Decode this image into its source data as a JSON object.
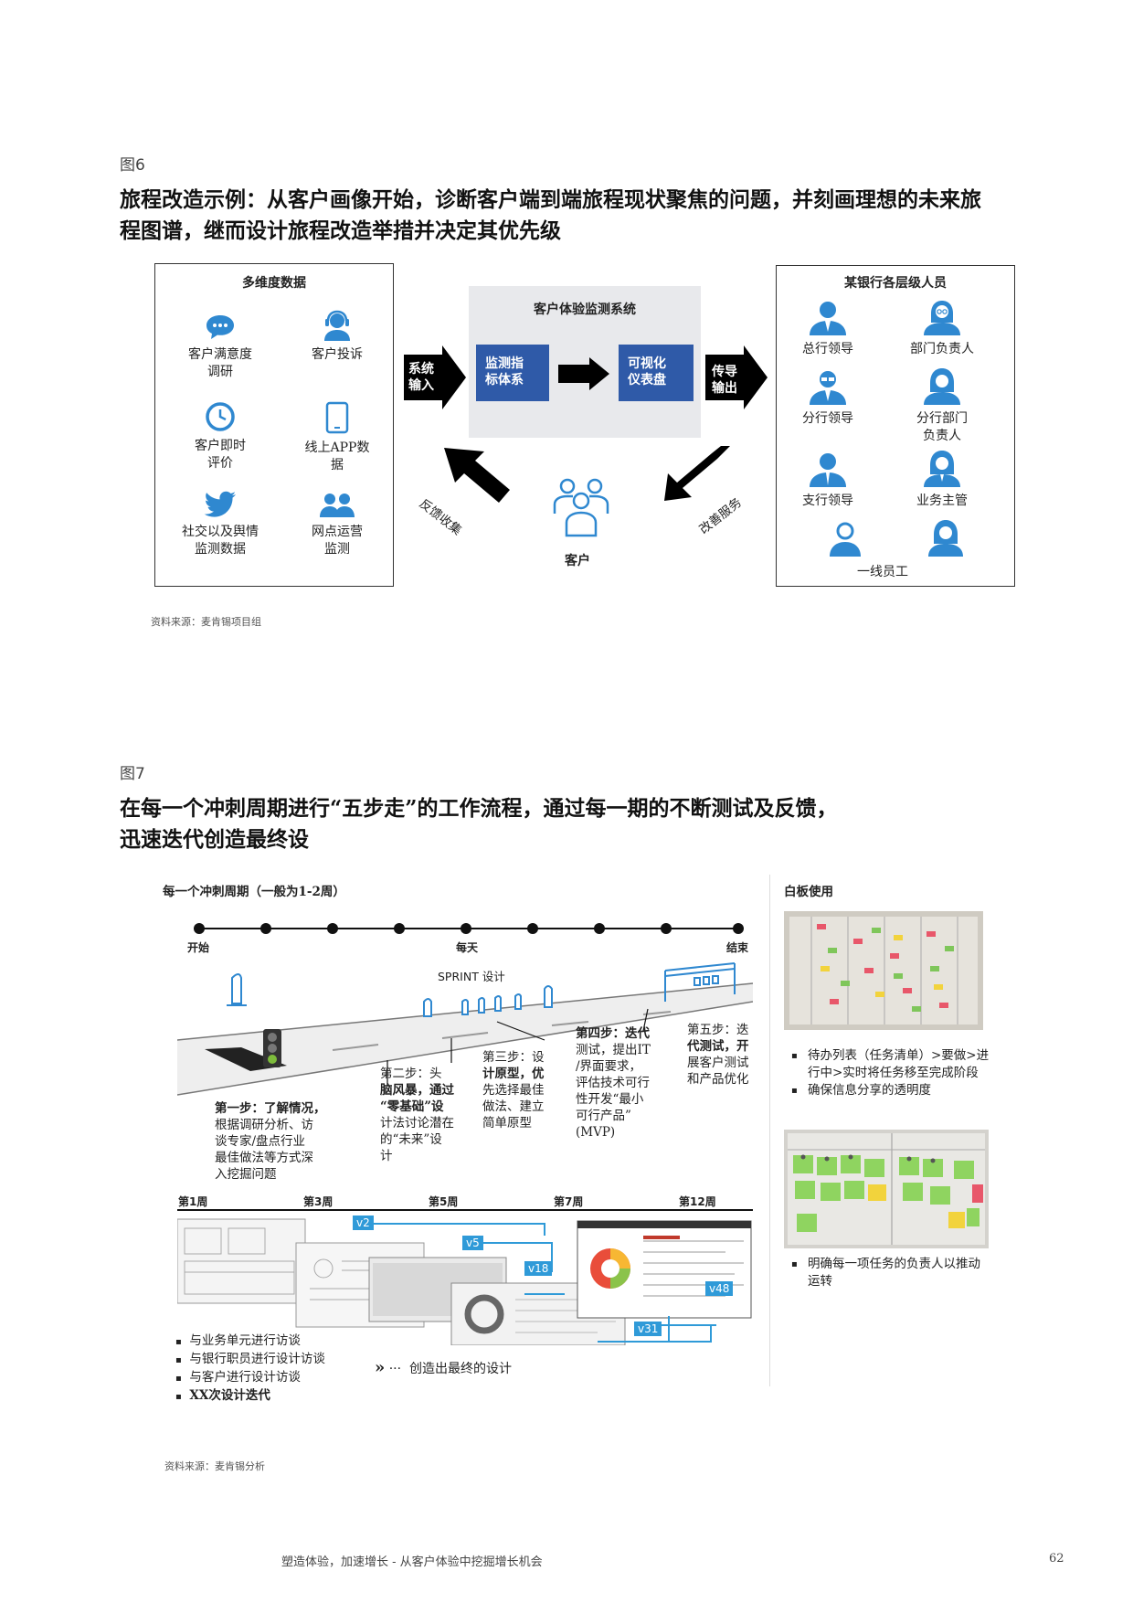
{
  "fig6": {
    "label": "图6",
    "title_line1": "旅程改造示例：从客户画像开始，诊断客户端到端旅程现状聚焦的问题，并刻画理想的未来旅",
    "title_line2": "程图谱，继而设计旅程改造举措并决定其优先级",
    "left_box": {
      "title": "多维度数据",
      "items": [
        {
          "icon": "chat-bubble-icon",
          "label_l1": "客户满意度",
          "label_l2": "调研"
        },
        {
          "icon": "headset-agent-icon",
          "label_l1": "客户投诉",
          "label_l2": ""
        },
        {
          "icon": "clock-icon",
          "label_l1": "客户即时",
          "label_l2": "评价"
        },
        {
          "icon": "smartphone-icon",
          "label_l1": "线上APP数",
          "label_l2": "据"
        },
        {
          "icon": "twitter-bird-icon",
          "label_l1": "社交以及舆情",
          "label_l2": "监测数据"
        },
        {
          "icon": "users-group-icon",
          "label_l1": "网点运营",
          "label_l2": "监测"
        }
      ]
    },
    "center": {
      "title": "客户体验监测系统",
      "box1_l1": "监测指",
      "box1_l2": "标体系",
      "box2_l1": "可视化",
      "box2_l2": "仪表盘",
      "input_arrow_l1": "系统",
      "input_arrow_l2": "输入",
      "output_arrow_l1": "传导",
      "output_arrow_l2": "输出",
      "feedback_label": "反馈收集",
      "improve_label": "改善服务",
      "customer_label": "客户"
    },
    "right_box": {
      "title": "某银行各层级人员",
      "people": [
        {
          "icon": "male-suit-icon",
          "label_l1": "总行领导",
          "label_l2": ""
        },
        {
          "icon": "female-glasses-icon",
          "label_l1": "部门负责人",
          "label_l2": ""
        },
        {
          "icon": "male-glasses-icon",
          "label_l1": "分行领导",
          "label_l2": ""
        },
        {
          "icon": "female-icon",
          "label_l1": "分行部门",
          "label_l2": "负责人"
        },
        {
          "icon": "male-tie-icon",
          "label_l1": "支行领导",
          "label_l2": ""
        },
        {
          "icon": "female-manager-icon",
          "label_l1": "业务主管",
          "label_l2": ""
        }
      ],
      "frontline_label": "一线员工"
    },
    "source": "资料来源：麦肯锡项目组"
  },
  "fig7": {
    "label": "图7",
    "title_line1": "在每一个冲刺周期进行“五步走”的工作流程，通过每一期的不断测试及反馈，",
    "title_line2": "迅速迭代创造最终设",
    "cycle_heading": "每一个冲刺周期（一般为1-2周）",
    "timeline_start": "开始",
    "timeline_mid": "每天",
    "timeline_end": "结束",
    "sprint_label": "SPRINT 设计",
    "step1_bold": "第一步：了解情况，",
    "step1_rest": [
      "根据调研分析、访",
      "谈专家/盘点行业",
      "最佳做法等方式深",
      "入挖掘问题"
    ],
    "step2_lines": [
      "第二步：头",
      "脑风暴，通过",
      "“零基础”设",
      "计法讨论潜在",
      "的“未来”设",
      "计"
    ],
    "step3_lines": [
      "第三步：设",
      "计原型，优",
      "先选择最佳",
      "做法、建立",
      "简单原型"
    ],
    "step4_lines": [
      "第四步：迭代",
      "测试，提出IT",
      "/界面要求，",
      "评估技术可行",
      "性开发“最小",
      "可行产品”",
      "(MVP)"
    ],
    "step5_lines": [
      "第五步：迭",
      "代测试，开",
      "展客户测试",
      "和产品优化"
    ],
    "weeks": [
      "第1周",
      "第3周",
      "第5周",
      "第7周",
      "第12周"
    ],
    "versions": [
      "v2",
      "v5",
      "v18",
      "v31",
      "v48"
    ],
    "interviews": [
      "与业务单元进行访谈",
      "与银行职员进行设计访谈",
      "与客户进行设计访谈",
      "XX次设计迭代"
    ],
    "final_design": "创造出最终的设计",
    "whiteboard_heading": "白板使用",
    "wb_bullets1": [
      "待办列表（任务清单）>要做>进行中>实时将任务移至完成阶段",
      "确保信息分享的透明度"
    ],
    "wb_bullet2": "明确每一项任务的负责人以推动运转",
    "source": "资料来源：麦肯锡分析",
    "colors": {
      "accent_blue": "#2f88d0",
      "version_blue": "#2f9ad8",
      "box_navy": "#2f5aa8"
    }
  },
  "footer": {
    "text": "塑造体验，加速增长 - 从客户体验中挖掘增长机会",
    "page_number": "62"
  }
}
